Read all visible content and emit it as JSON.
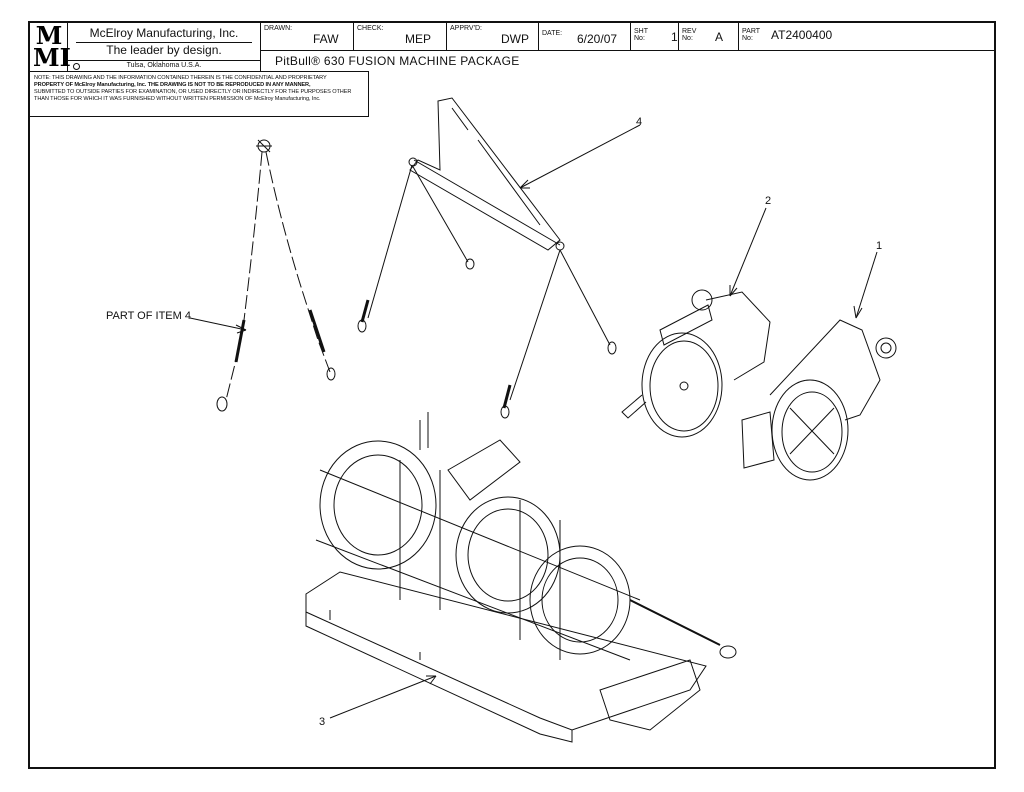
{
  "title_block": {
    "logo_top": "M",
    "logo_bottom": "MI",
    "company_name": "McElroy Manufacturing, Inc.",
    "slogan": "The leader by design.",
    "location": "Tulsa, Oklahoma U.S.A.",
    "drawn_label": "DRAWN:",
    "drawn_value": "FAW",
    "check_label": "CHECK:",
    "check_value": "MEP",
    "apprvd_label": "APPRV'D:",
    "apprvd_value": "DWP",
    "date_label": "DATE:",
    "date_value": "6/20/07",
    "sht_label_1": "SHT",
    "sht_label_2": "No:",
    "sht_value": "1",
    "rev_label_1": "REV",
    "rev_label_2": "No:",
    "rev_value": "A",
    "part_label_1": "PART",
    "part_label_2": "No:",
    "part_value": "AT2400400",
    "drawing_title": "PitBull® 630 FUSION MACHINE PACKAGE"
  },
  "note": {
    "line1": "NOTE: THIS DRAWING AND THE INFORMATION CONTAINED THEREIN IS THE CONFIDENTIAL AND PROPRIETARY",
    "line2": "PROPERTY OF McElroy Manufacturing, Inc. THE DRAWING IS NOT TO BE REPRODUCED IN ANY MANNER,",
    "line3": "SUBMITTED TO OUTSIDE PARTIES FOR EXAMINATION, OR USED DIRECTLY OR INDIRECTLY FOR THE PURPOSES OTHER",
    "line4": "THAN THOSE FOR WHICH IT WAS FURNISHED WITHOUT WRITTEN PERMISSION OF McElroy Manufacturing, Inc."
  },
  "callouts": {
    "item1": "1",
    "item2": "2",
    "item3": "3",
    "item4": "4",
    "part_of_item4": "PART OF ITEM 4"
  }
}
